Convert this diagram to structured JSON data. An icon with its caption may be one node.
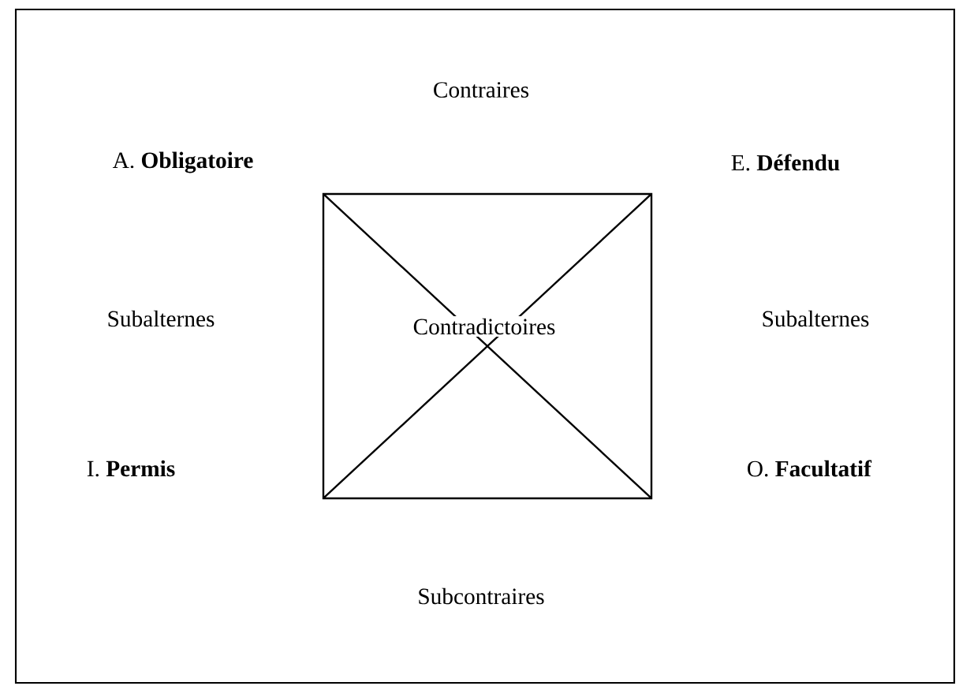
{
  "diagram": {
    "nodes": [
      {
        "text": [
          "A. **Obligatoire**"
        ]
      },
      {
        "text": [
          "E. **Défendu**"
        ]
      },
      {
        "text": [
          "I. **Permis**"
        ]
      },
      {
        "text": [
          "O. **Facultatif**"
        ]
      }
    ],
    "labels": [
      "Contraires",
      "Subalternes",
      "Contradictoires",
      "Subalternes",
      "Subcontraires"
    ]
  }
}
